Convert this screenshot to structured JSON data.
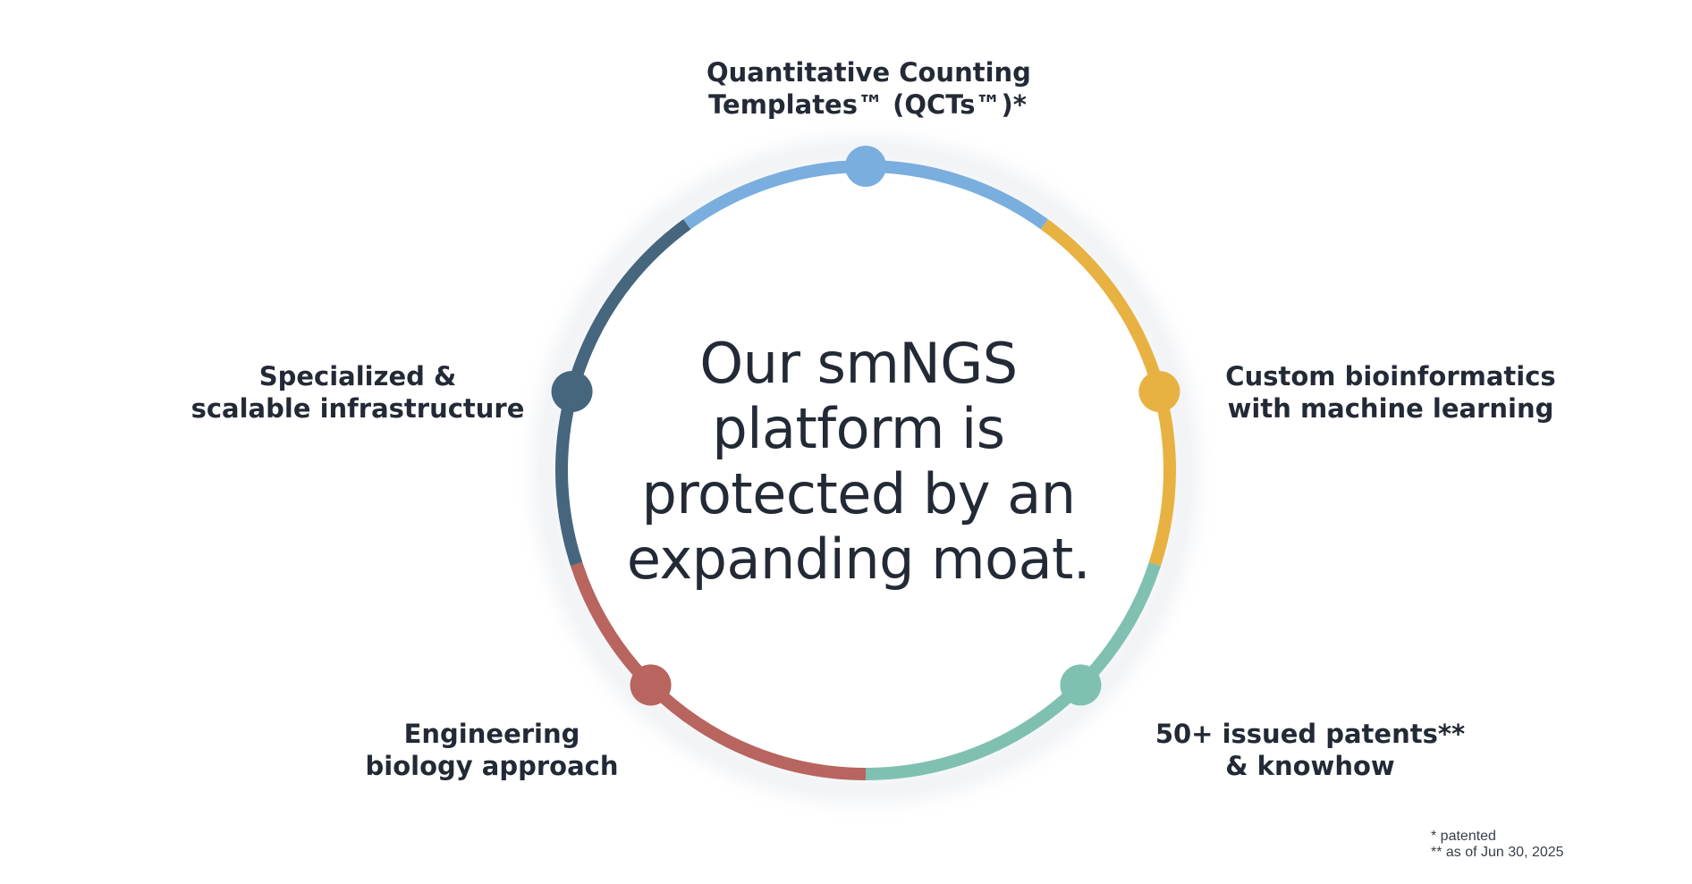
{
  "center": {
    "lines": [
      "Our smNGS",
      "platform is",
      "protected by an",
      "expanding moat."
    ]
  },
  "nodes": [
    {
      "lines": [
        "Quantitative Counting",
        "Templates™ (QCTs™)*"
      ],
      "color": "#7aaede"
    },
    {
      "lines": [
        "Custom bioinformatics",
        "with machine learning"
      ],
      "color": "#e7b242"
    },
    {
      "lines": [
        "50+ issued patents**",
        "& knowhow"
      ],
      "color": "#7fc0b1"
    },
    {
      "lines": [
        "Engineering",
        "biology approach"
      ],
      "color": "#b8645f"
    },
    {
      "lines": [
        "Specialized &",
        "scalable infrastructure"
      ],
      "color": "#46667e"
    }
  ],
  "footnotes": [
    "*   patented",
    "** as of Jun 30, 2025"
  ]
}
